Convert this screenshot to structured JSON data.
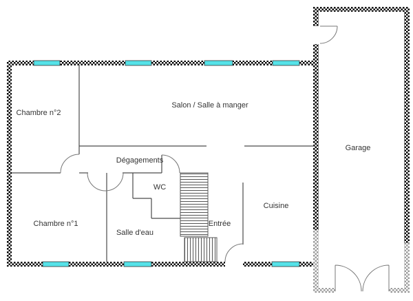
{
  "rooms": {
    "chambre2": {
      "label": "Chambre n°2"
    },
    "salon": {
      "label": "Salon / Salle à manger"
    },
    "garage": {
      "label": "Garage"
    },
    "degagements": {
      "label": "Dégagements"
    },
    "wc": {
      "label": "WC"
    },
    "chambre1": {
      "label": "Chambre n°1"
    },
    "salle_eau": {
      "label": "Salle d'eau"
    },
    "entree": {
      "label": "Entrée"
    },
    "cuisine": {
      "label": "Cuisine"
    }
  },
  "colors": {
    "window": "#55E2E8",
    "wall": "#000000",
    "wall_secondary": "#9b9b9b",
    "interior_line": "#4a4a4a",
    "door_arc": "#777777",
    "text": "#333333",
    "background": "#ffffff"
  }
}
